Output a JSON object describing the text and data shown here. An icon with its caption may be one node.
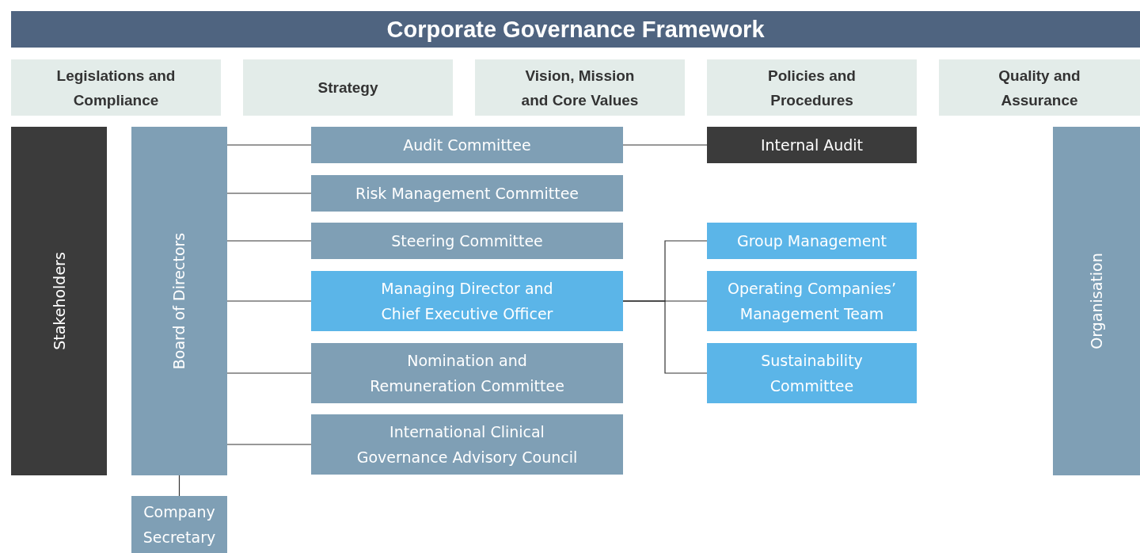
{
  "diagram": {
    "title": "Corporate Governance Framework",
    "nodes": [
      {
        "text": [
          "Legislations and Compliance"
        ]
      },
      {
        "text": [
          "Strategy"
        ]
      },
      {
        "text": [
          "Vision, Mission and Core Values"
        ]
      },
      {
        "text": [
          "Policies and Procedures"
        ]
      },
      {
        "text": [
          "Quality and Assurance"
        ]
      },
      {
        "text": [
          "Stakeholders"
        ]
      },
      {
        "text": [
          "Board of Directors"
        ]
      },
      {
        "text": [
          "Audit Committee"
        ]
      },
      {
        "text": [
          "Internal Audit"
        ]
      },
      {
        "text": [
          "Risk Management Committee"
        ]
      },
      {
        "text": [
          "Steering Committee"
        ]
      },
      {
        "text": [
          "Group Management"
        ]
      },
      {
        "text": [
          "Managing Director and Chief Executive Officer"
        ]
      },
      {
        "text": [
          "Operating Companies’ Management Team"
        ]
      },
      {
        "text": [
          "Nomination and Remuneration Committee"
        ]
      },
      {
        "text": [
          "Sustainability Committee"
        ]
      },
      {
        "text": [
          "International Clinical Governance Advisory Council"
        ]
      },
      {
        "text": [
          "Organisation"
        ]
      },
      {
        "text": [
          "Company Secretary"
        ]
      }
    ],
    "edges": [
      {
        "from": 6,
        "to": 7,
        "arrow": "none"
      },
      {
        "from": 6,
        "to": 9,
        "arrow": "none"
      },
      {
        "from": 6,
        "to": 10,
        "arrow": "none"
      },
      {
        "from": 6,
        "to": 12,
        "arrow": "none"
      },
      {
        "from": 6,
        "to": 14,
        "arrow": "none"
      },
      {
        "from": 6,
        "to": 16,
        "arrow": "none"
      },
      {
        "from": 7,
        "to": 8,
        "arrow": "none"
      },
      {
        "from": 12,
        "to": 11,
        "arrow": "none"
      },
      {
        "from": 12,
        "to": 13,
        "arrow": "none"
      },
      {
        "from": 12,
        "to": 15,
        "arrow": "none"
      },
      {
        "from": 6,
        "to": 18,
        "arrow": "none"
      }
    ]
  }
}
